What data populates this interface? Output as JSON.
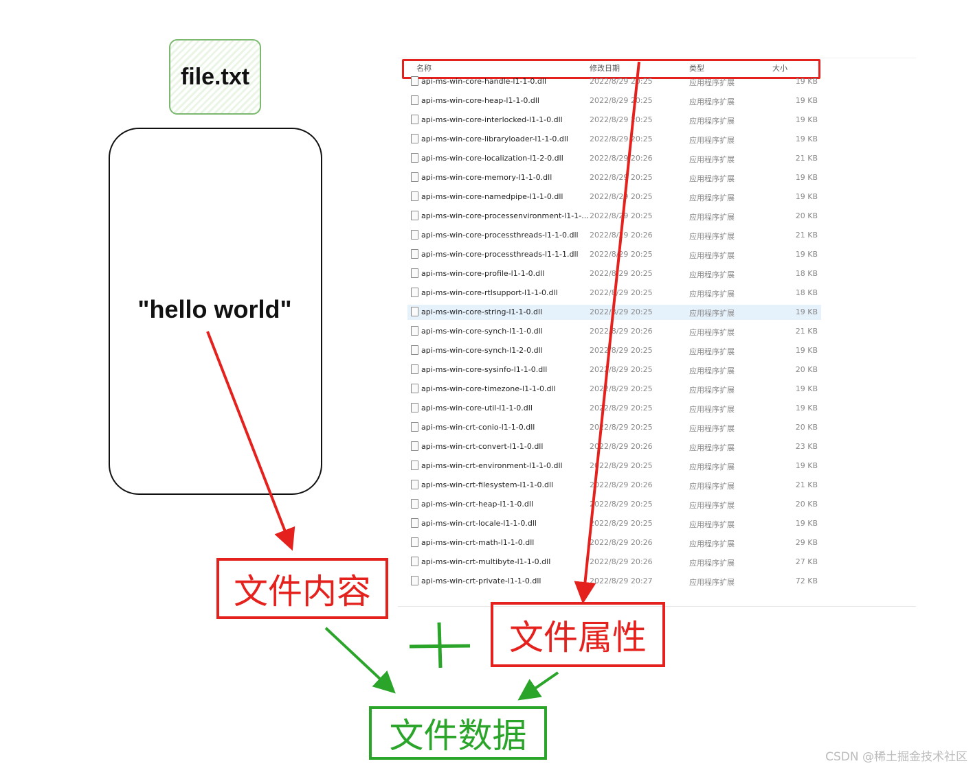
{
  "file_label": "file.txt",
  "content_text": "\"hello world\"",
  "labels": {
    "content": "文件内容",
    "attributes": "文件属性",
    "data": "文件数据",
    "plus": "+"
  },
  "explorer": {
    "headers": {
      "name": "名称",
      "date": "修改日期",
      "type": "类型",
      "size": "大小"
    },
    "selected_index": 12,
    "rows": [
      [
        "api-ms-win-core-handle-l1-1-0.dll",
        "2022/8/29 20:25",
        "应用程序扩展",
        "19 KB"
      ],
      [
        "api-ms-win-core-heap-l1-1-0.dll",
        "2022/8/29 20:25",
        "应用程序扩展",
        "19 KB"
      ],
      [
        "api-ms-win-core-interlocked-l1-1-0.dll",
        "2022/8/29 20:25",
        "应用程序扩展",
        "19 KB"
      ],
      [
        "api-ms-win-core-libraryloader-l1-1-0.dll",
        "2022/8/29 20:25",
        "应用程序扩展",
        "19 KB"
      ],
      [
        "api-ms-win-core-localization-l1-2-0.dll",
        "2022/8/29 20:26",
        "应用程序扩展",
        "21 KB"
      ],
      [
        "api-ms-win-core-memory-l1-1-0.dll",
        "2022/8/29 20:25",
        "应用程序扩展",
        "19 KB"
      ],
      [
        "api-ms-win-core-namedpipe-l1-1-0.dll",
        "2022/8/29 20:25",
        "应用程序扩展",
        "19 KB"
      ],
      [
        "api-ms-win-core-processenvironment-l1-1-...",
        "2022/8/29 20:25",
        "应用程序扩展",
        "20 KB"
      ],
      [
        "api-ms-win-core-processthreads-l1-1-0.dll",
        "2022/8/29 20:26",
        "应用程序扩展",
        "21 KB"
      ],
      [
        "api-ms-win-core-processthreads-l1-1-1.dll",
        "2022/8/29 20:25",
        "应用程序扩展",
        "19 KB"
      ],
      [
        "api-ms-win-core-profile-l1-1-0.dll",
        "2022/8/29 20:25",
        "应用程序扩展",
        "18 KB"
      ],
      [
        "api-ms-win-core-rtlsupport-l1-1-0.dll",
        "2022/8/29 20:25",
        "应用程序扩展",
        "18 KB"
      ],
      [
        "api-ms-win-core-string-l1-1-0.dll",
        "2022/8/29 20:25",
        "应用程序扩展",
        "19 KB"
      ],
      [
        "api-ms-win-core-synch-l1-1-0.dll",
        "2022/8/29 20:26",
        "应用程序扩展",
        "21 KB"
      ],
      [
        "api-ms-win-core-synch-l1-2-0.dll",
        "2022/8/29 20:25",
        "应用程序扩展",
        "19 KB"
      ],
      [
        "api-ms-win-core-sysinfo-l1-1-0.dll",
        "2022/8/29 20:25",
        "应用程序扩展",
        "20 KB"
      ],
      [
        "api-ms-win-core-timezone-l1-1-0.dll",
        "2022/8/29 20:25",
        "应用程序扩展",
        "19 KB"
      ],
      [
        "api-ms-win-core-util-l1-1-0.dll",
        "2022/8/29 20:25",
        "应用程序扩展",
        "19 KB"
      ],
      [
        "api-ms-win-crt-conio-l1-1-0.dll",
        "2022/8/29 20:25",
        "应用程序扩展",
        "20 KB"
      ],
      [
        "api-ms-win-crt-convert-l1-1-0.dll",
        "2022/8/29 20:26",
        "应用程序扩展",
        "23 KB"
      ],
      [
        "api-ms-win-crt-environment-l1-1-0.dll",
        "2022/8/29 20:25",
        "应用程序扩展",
        "19 KB"
      ],
      [
        "api-ms-win-crt-filesystem-l1-1-0.dll",
        "2022/8/29 20:26",
        "应用程序扩展",
        "21 KB"
      ],
      [
        "api-ms-win-crt-heap-l1-1-0.dll",
        "2022/8/29 20:25",
        "应用程序扩展",
        "20 KB"
      ],
      [
        "api-ms-win-crt-locale-l1-1-0.dll",
        "2022/8/29 20:25",
        "应用程序扩展",
        "19 KB"
      ],
      [
        "api-ms-win-crt-math-l1-1-0.dll",
        "2022/8/29 20:26",
        "应用程序扩展",
        "29 KB"
      ],
      [
        "api-ms-win-crt-multibyte-l1-1-0.dll",
        "2022/8/29 20:26",
        "应用程序扩展",
        "27 KB"
      ],
      [
        "api-ms-win-crt-private-l1-1-0.dll",
        "2022/8/29 20:27",
        "应用程序扩展",
        "72 KB"
      ]
    ]
  },
  "watermark": "CSDN @稀土掘金技术社区",
  "colors": {
    "red": "#e5211d",
    "green": "#2aa52a"
  }
}
